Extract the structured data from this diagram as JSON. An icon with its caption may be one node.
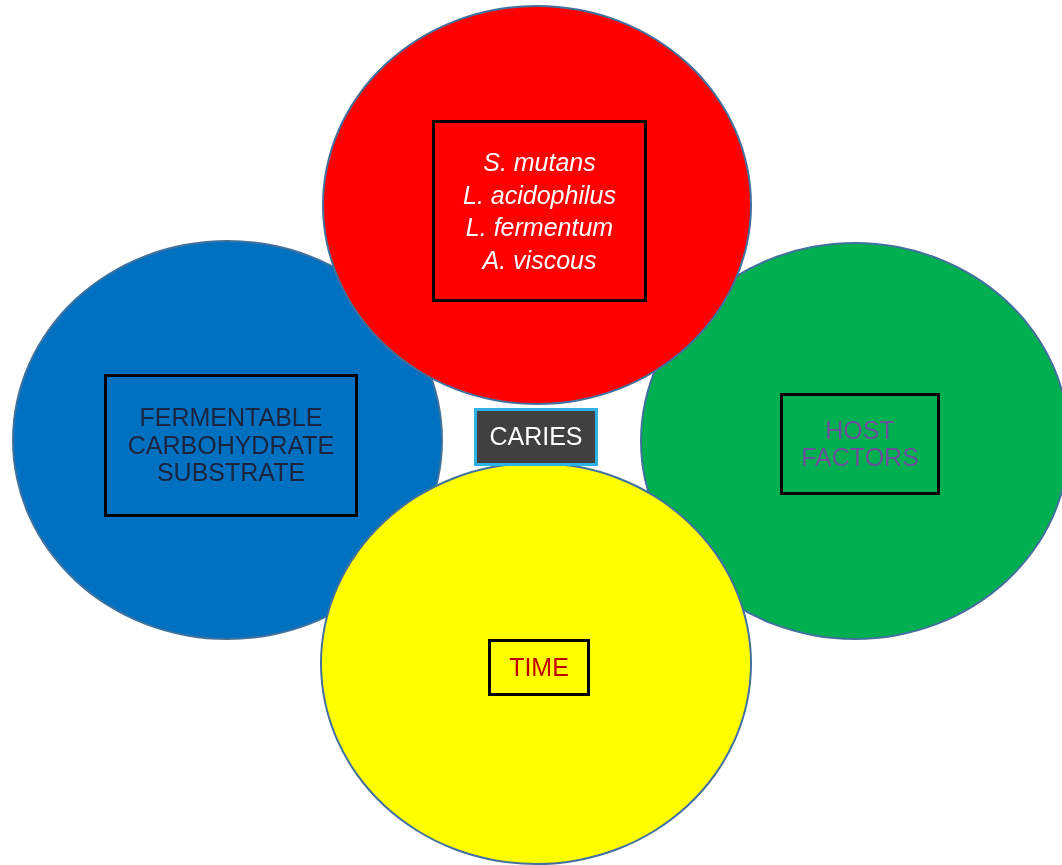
{
  "diagram": {
    "nodes": [
      {
        "text": [],
        "shape": "circle"
      },
      {
        "text": [
          "S. mutans",
          "L. acidophilus",
          "L. fermentum",
          "A. viscous"
        ],
        "in": 0
      },
      {
        "text": [],
        "shape": "circle"
      },
      {
        "text": [
          "FERMENTABLE CARBOHYDRATE SUBSTRATE"
        ],
        "in": 2
      },
      {
        "text": [
          "CARIES"
        ]
      },
      {
        "text": [],
        "shape": "circle"
      },
      {
        "text": [
          "HOST FACTORS"
        ],
        "in": 5
      },
      {
        "text": [],
        "shape": "circle"
      },
      {
        "text": [
          "TIME"
        ],
        "in": 7
      }
    ],
    "edges": []
  }
}
